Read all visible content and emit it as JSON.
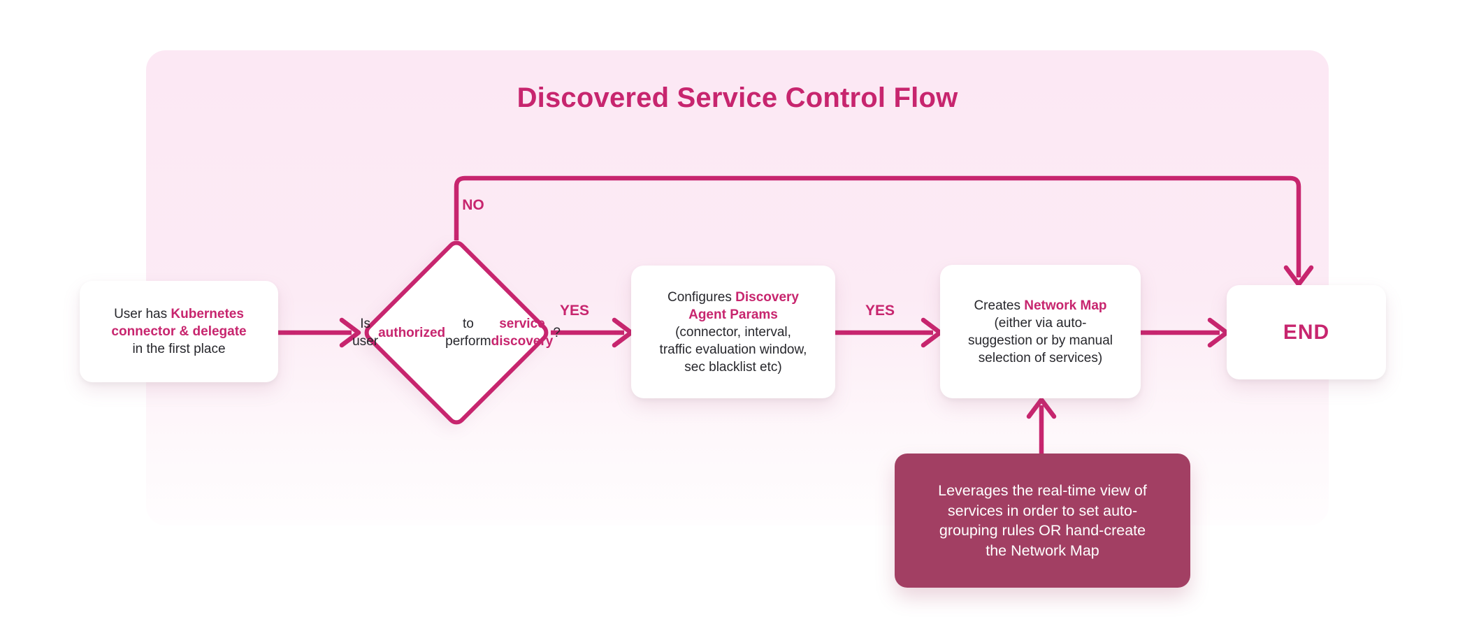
{
  "title": "Discovered Service Control Flow",
  "colors": {
    "accent": "#c7256e",
    "panel_pink": "#fce8f4",
    "note_bg": "#a23f63",
    "text_dark": "#27272c"
  },
  "labels": {
    "yes1": "YES",
    "yes2": "YES",
    "no": "NO"
  },
  "nodes": {
    "start": {
      "segments": [
        {
          "t": "User has "
        },
        {
          "t": "Kubernetes",
          "s": "accent"
        },
        "br",
        {
          "t": "connector & delegate",
          "s": "accent"
        },
        "br",
        {
          "t": "in the first place"
        }
      ]
    },
    "decision": {
      "segments": [
        {
          "t": "Is user"
        },
        "br",
        {
          "t": "authorized",
          "s": "accent"
        },
        "br",
        {
          "t": "to perform"
        },
        "br",
        {
          "t": "service discovery",
          "s": "accent"
        },
        {
          "t": "?"
        }
      ]
    },
    "configure": {
      "segments": [
        {
          "t": "Configures "
        },
        {
          "t": "Discovery",
          "s": "accent"
        },
        "br",
        {
          "t": "Agent Params",
          "s": "accent"
        },
        "br",
        {
          "t": "(connector, interval,"
        },
        "br",
        {
          "t": "traffic evaluation window,"
        },
        "br",
        {
          "t": "sec blacklist etc)"
        }
      ]
    },
    "create_map": {
      "segments": [
        {
          "t": "Creates "
        },
        {
          "t": "Network Map",
          "s": "accent"
        },
        "br",
        {
          "t": "(either via auto-"
        },
        "br",
        {
          "t": "suggestion or by manual"
        },
        "br",
        {
          "t": "selection of services)"
        }
      ]
    },
    "end": {
      "label": "END"
    },
    "note": {
      "segments": [
        {
          "t": "Leverages the real-time view of"
        },
        "br",
        {
          "t": "services in order to set auto-"
        },
        "br",
        {
          "t": "grouping rules OR hand-create"
        },
        "br",
        {
          "t": "the Network Map"
        }
      ]
    }
  }
}
